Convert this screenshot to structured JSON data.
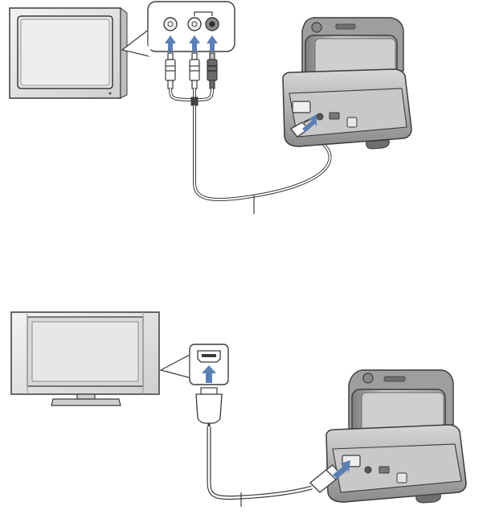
{
  "figure": {
    "panels": [
      {
        "name": "av-connection",
        "devices": [
          "crt-television",
          "cradle-with-camera"
        ],
        "connector": "composite-av-three-plug",
        "jacks": [
          "white-jack",
          "white-jack",
          "dark-jack"
        ],
        "arrow_color": "#5b7fb5"
      },
      {
        "name": "hdmi-connection",
        "devices": [
          "flat-panel-television",
          "cradle-with-camera"
        ],
        "connector": "hdmi-plug",
        "jacks": [
          "hdmi-jack"
        ],
        "arrow_color": "#5b7fb5"
      }
    ],
    "colors": {
      "line": "#3a3a3a",
      "device_fill": "#e9e9e9",
      "device_shadow": "#8f8f8f",
      "screen_fill": "#dddddd",
      "arrow": "#5b7fb5",
      "cable": "#ffffff"
    }
  }
}
